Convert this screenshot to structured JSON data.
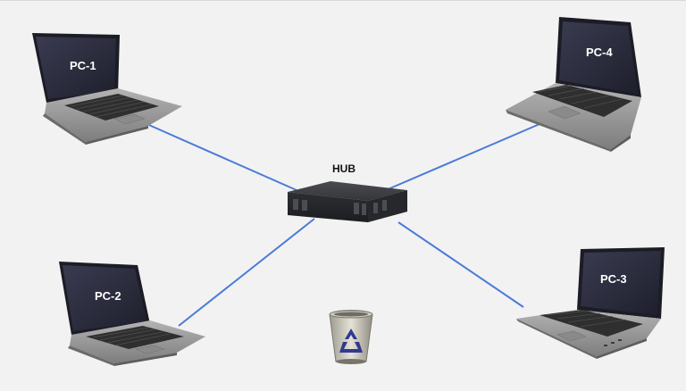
{
  "diagram": {
    "hub": {
      "label": "HUB",
      "icon": "network-hub-icon"
    },
    "computers": [
      {
        "id": "pc1",
        "label": "PC-1",
        "icon": "laptop-icon"
      },
      {
        "id": "pc2",
        "label": "PC-2",
        "icon": "laptop-icon"
      },
      {
        "id": "pc3",
        "label": "PC-3",
        "icon": "laptop-icon"
      },
      {
        "id": "pc4",
        "label": "PC-4",
        "icon": "laptop-icon"
      }
    ],
    "connections": [
      {
        "from": "pc1",
        "to": "hub"
      },
      {
        "from": "pc2",
        "to": "hub"
      },
      {
        "from": "pc3",
        "to": "hub"
      },
      {
        "from": "pc4",
        "to": "hub"
      }
    ],
    "trash": {
      "icon": "recycle-bin-icon"
    },
    "colors": {
      "background": "#f2f2f2",
      "cable": "#4a7bd8",
      "screen": "#2b2c3d",
      "laptop_body": "#9a9a9a",
      "hub_body": "#2c2e31"
    }
  }
}
